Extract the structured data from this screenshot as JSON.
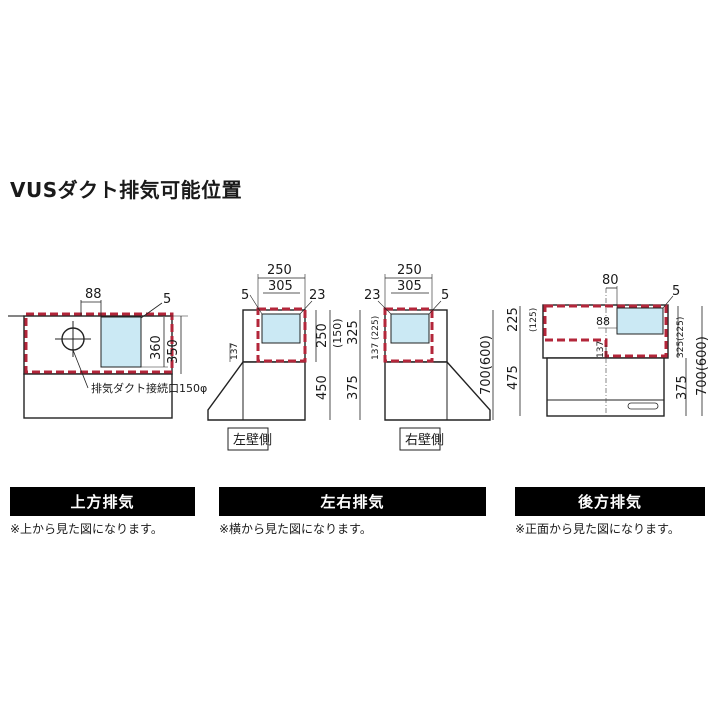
{
  "title": "VUSダクト排気可能位置",
  "colors": {
    "zone_dash": "#b3263a",
    "duct_fill": "#cbe9f4",
    "bar_bg": "#000000"
  },
  "panels": [
    {
      "heading": "上方排気",
      "note": "※上から見た図になります。",
      "dims": {
        "d88": "88",
        "d5": "5",
        "d360": "360",
        "d350": "350"
      },
      "callout": "排気ダクト接続口150φ"
    },
    {
      "heading": "左右排気",
      "note": "※横から見た図になります。",
      "dims": {
        "left_250": "250",
        "left_305": "305",
        "left_5": "5",
        "left_23": "23",
        "left_250v": "250",
        "left_150": "(150)",
        "left_137": "137",
        "left_450": "450",
        "right_250": "250",
        "right_305": "305",
        "right_23": "23",
        "right_5": "5",
        "right_325": "325",
        "right_225": "(225)",
        "right_137": "137",
        "right_375": "375",
        "right_700": "700(600)"
      },
      "left_label": "左壁側",
      "right_label": "右壁側"
    },
    {
      "heading": "後方排気",
      "note": "※正面から見た図になります。",
      "dims": {
        "d80": "80",
        "d5": "5",
        "d225": "225",
        "d125": "(125)",
        "d88": "88",
        "d137": "137",
        "d475": "475",
        "d325": "325(225)",
        "d375": "375",
        "d700": "700(600)"
      }
    }
  ]
}
